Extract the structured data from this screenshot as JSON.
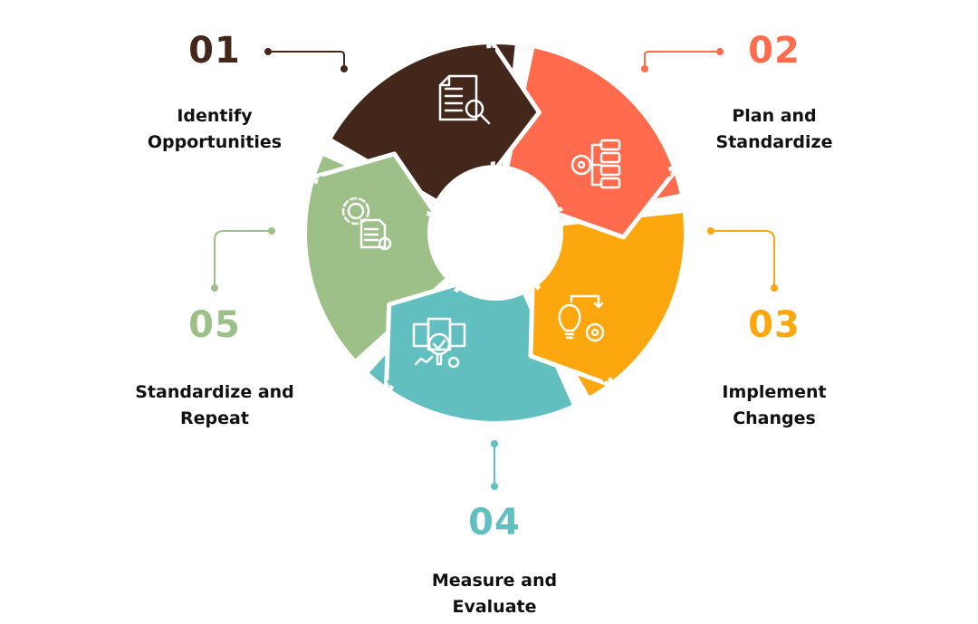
{
  "colors": {
    "step1": "#43271A",
    "step2": "#FF6B4C",
    "step3": "#FDA70E",
    "step4": "#61C0BF",
    "step5": "#9CC087"
  },
  "steps": [
    {
      "number": "01",
      "line1": "Identify",
      "line2": "Opportunities",
      "icon": "document-search-star-icon"
    },
    {
      "number": "02",
      "line1": "Plan and",
      "line2": "Standardize",
      "icon": "target-checklist-icon"
    },
    {
      "number": "03",
      "line1": "Implement",
      "line2": "Changes",
      "icon": "lightbulb-gear-icon"
    },
    {
      "number": "04",
      "line1": "Measure and",
      "line2": "Evaluate",
      "icon": "magnifier-check-analytics-icon"
    },
    {
      "number": "05",
      "line1": "Standardize and",
      "line2": "Repeat",
      "icon": "gear-cycle-document-icon"
    }
  ]
}
